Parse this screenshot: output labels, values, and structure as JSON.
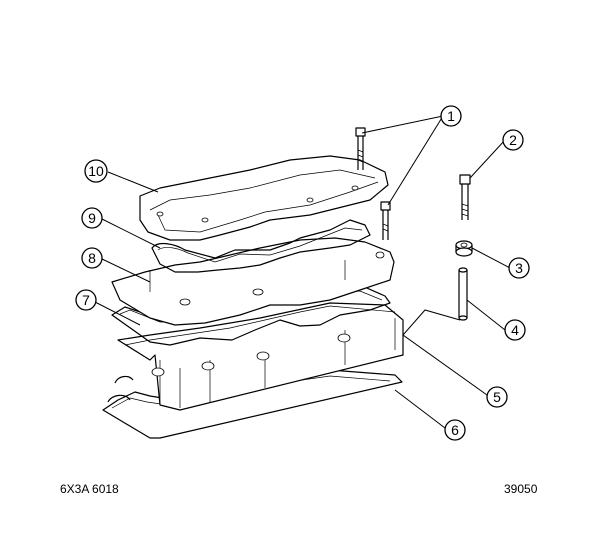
{
  "callouts": [
    {
      "number": "1"
    },
    {
      "number": "2"
    },
    {
      "number": "3"
    },
    {
      "number": "4"
    },
    {
      "number": "5"
    },
    {
      "number": "6"
    },
    {
      "number": "7"
    },
    {
      "number": "8"
    },
    {
      "number": "9"
    },
    {
      "number": "10"
    }
  ],
  "footer": {
    "left_code": "6X3A 6018",
    "right_code": "39050"
  },
  "colors": {
    "line": "#000000",
    "background": "#ffffff"
  }
}
